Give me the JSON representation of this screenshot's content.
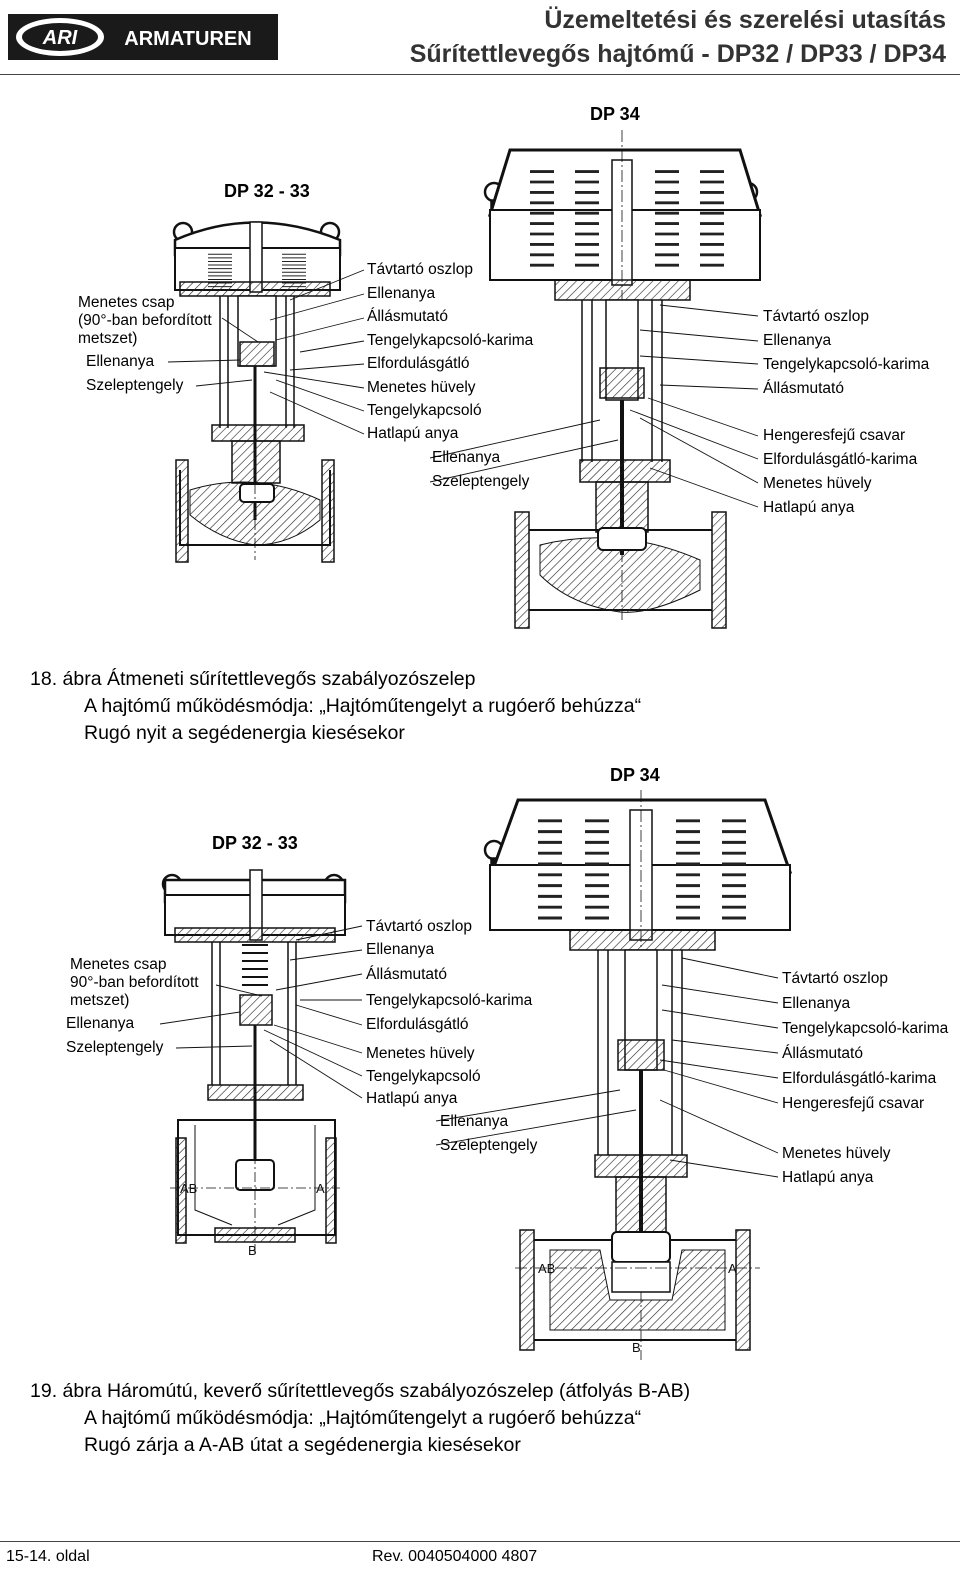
{
  "header": {
    "logo_text": "ARI ARMATUREN",
    "title_line1": "Üzemeltetési és szerelési utasítás",
    "title_line2": "Sűrítettlevegős hajtómű - DP32 / DP33 / DP34"
  },
  "figure18": {
    "model_large": "DP 34",
    "model_small": "DP 32 - 33",
    "left_labels": [
      "Menetes csap",
      "(90°-ban befordított",
      "metszet)",
      "Ellenanya",
      "Szeleptengely"
    ],
    "mid_labels": [
      "Távtartó oszlop",
      "Ellenanya",
      "Állásmutató",
      "Tengelykapcsoló-karima",
      "Elfordulásgátló",
      "Menetes hüvely",
      "Tengelykapcsoló",
      "Hatlapú anya"
    ],
    "mid_labels_indented": [
      "Ellenanya",
      "Szeleptengely"
    ],
    "right_labels": [
      "Távtartó oszlop",
      "Ellenanya",
      "Tengelykapcsoló-karima",
      "Állásmutató",
      "Hengeresfejű csavar",
      "Elfordulásgátló-karima",
      "Menetes hüvely",
      "Hatlapú anya"
    ],
    "caption": [
      "18. ábra Átmeneti sűrítettlevegős szabályozószelep",
      "A hajtómű működésmódja: „Hajtóműtengelyt a rugóerő behúzza“",
      "Rugó nyit a segédenergia kiesésekor"
    ]
  },
  "figure19": {
    "model_large": "DP 34",
    "model_small": "DP 32 - 33",
    "left_labels": [
      "Menetes csap",
      "90°-ban befordított",
      "metszet)",
      "Ellenanya",
      "Szeleptengely"
    ],
    "mid_labels": [
      "Távtartó oszlop",
      "Ellenanya",
      "Állásmutató",
      "Tengelykapcsoló-karima",
      "Elfordulásgátló",
      "Menetes hüvely",
      "Tengelykapcsoló",
      "Hatlapú anya"
    ],
    "mid_labels_indented": [
      "Ellenanya",
      "Szeleptengely"
    ],
    "right_labels": [
      "Távtartó oszlop",
      "Ellenanya",
      "Tengelykapcsoló-karima",
      "Állásmutató",
      "Elfordulásgátló-karima",
      "Hengeresfejű csavar",
      "Menetes hüvely",
      "Hatlapú anya"
    ],
    "port_labels": [
      "AB",
      "A",
      "B"
    ],
    "caption": [
      "19. ábra Háromútú, keverő sűrítettlevegős szabályozószelep (átfolyás B-AB)",
      "A hajtómű működésmódja: „Hajtóműtengelyt a rugóerő behúzza“",
      "Rugó zárja a A-AB útat a segédenergia kiesésekor"
    ]
  },
  "footer": {
    "page": "15-14. oldal",
    "revision": "Rev. 0040504000 4807"
  }
}
